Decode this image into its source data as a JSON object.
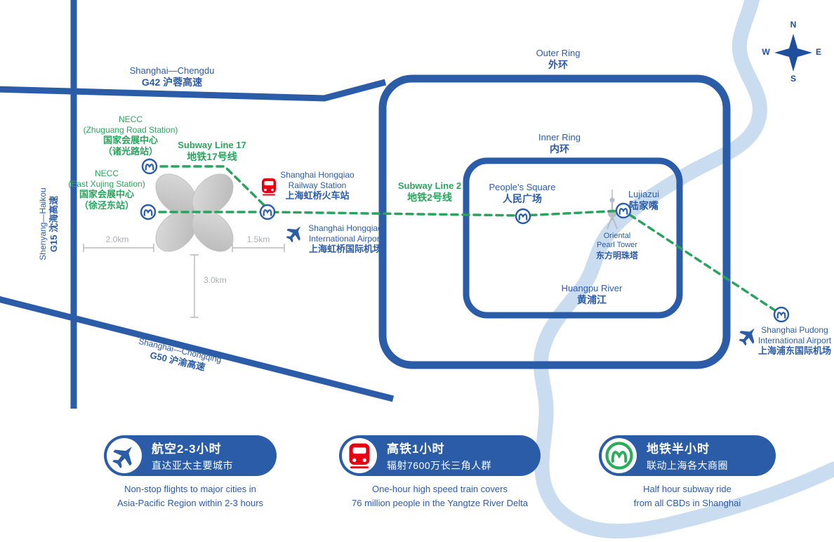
{
  "colors": {
    "road_blue": "#2B5CA8",
    "river_blue": "#C9DCF0",
    "subway_green": "#2AA45D",
    "train_red": "#E60012",
    "structure_gray": "#C4C4C4"
  },
  "compass": {
    "n": "N",
    "e": "E",
    "s": "S",
    "w": "W"
  },
  "roads": {
    "g42": {
      "en": "Shanghai—Chengdu",
      "zh": "G42 沪蓉高速"
    },
    "g15": {
      "en": "Shenyang—Haikou",
      "zh": "G15 沈海高速"
    },
    "g50": {
      "en": "Shanghai—Chongqing",
      "zh": "G50 沪渝高速"
    },
    "outer_ring": {
      "en": "Outer Ring",
      "zh": "外环"
    },
    "inner_ring": {
      "en": "Inner Ring",
      "zh": "内环"
    }
  },
  "subway": {
    "line17": {
      "en": "Subway Line 17",
      "zh": "地铁17号线"
    },
    "line2": {
      "en": "Subway Line 2",
      "zh": "地铁2号线"
    }
  },
  "places": {
    "necc_zhuguang": {
      "name": "NECC",
      "station_en": "(Zhuguang Road Station)",
      "name_zh": "国家会展中心",
      "station_zh": "（诸光路站）"
    },
    "necc_xujing": {
      "name": "NECC",
      "station_en": "(East Xujing Station)",
      "name_zh": "国家会展中心",
      "station_zh": "（徐泾东站）"
    },
    "hongqiao_rail": {
      "en1": "Shanghai Hongqiao",
      "en2": "Railway Station",
      "zh": "上海虹桥火车站"
    },
    "hongqiao_airport": {
      "en1": "Shanghai Hongqiao",
      "en2": "International Airport",
      "zh": "上海虹桥国际机场"
    },
    "pudong_airport": {
      "en1": "Shanghai Pudong",
      "en2": "International Airport",
      "zh": "上海浦东国际机场"
    },
    "peoples_square": {
      "en": "People's Square",
      "zh": "人民广场"
    },
    "lujiazui": {
      "en": "Lujiazui",
      "zh": "陆家嘴"
    },
    "pearl_tower": {
      "en1": "Oriental",
      "en2": "Pearl Tower",
      "zh": "东方明珠塔"
    },
    "huangpu_river": {
      "en": "Huangpu River",
      "zh": "黄浦江"
    }
  },
  "distances": {
    "road_to_necc": "2.0km",
    "necc_to_airport": "1.5km",
    "necc_south": "3.0km"
  },
  "legend": [
    {
      "icon": "plane-icon",
      "zh1": "航空2-3小时",
      "zh2": "直达亚太主要城市",
      "en1": "Non-stop flights to major cities in",
      "en2": "Asia-Pacific Region within 2-3 hours"
    },
    {
      "icon": "train-icon",
      "zh1": "高铁1小时",
      "zh2": "辐射7600万长三角人群",
      "en1": "One-hour high speed train covers",
      "en2": "76 million people in the Yangtze River Delta"
    },
    {
      "icon": "metro-icon",
      "zh1": "地铁半小时",
      "zh2": "联动上海各大商圈",
      "en1": "Half hour subway ride",
      "en2": "from all CBDs in Shanghai"
    }
  ]
}
